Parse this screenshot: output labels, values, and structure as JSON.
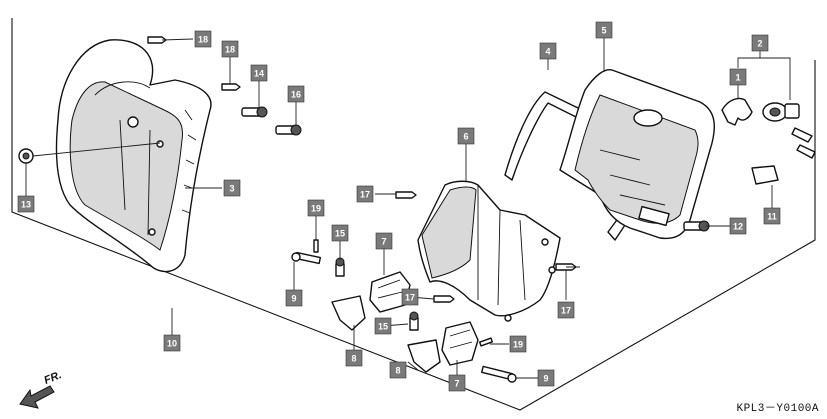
{
  "diagram": {
    "code": "KPL3－Y0100A",
    "direction_label": "FR.",
    "icons": {
      "direction": "forward-arrow-icon"
    },
    "callouts": [
      {
        "id": "c1",
        "label": "1"
      },
      {
        "id": "c2",
        "label": "2"
      },
      {
        "id": "c3",
        "label": "3"
      },
      {
        "id": "c4",
        "label": "4"
      },
      {
        "id": "c5",
        "label": "5"
      },
      {
        "id": "c6",
        "label": "6"
      },
      {
        "id": "c7a",
        "label": "7"
      },
      {
        "id": "c7b",
        "label": "7"
      },
      {
        "id": "c8a",
        "label": "8"
      },
      {
        "id": "c8b",
        "label": "8"
      },
      {
        "id": "c9a",
        "label": "9"
      },
      {
        "id": "c9b",
        "label": "9"
      },
      {
        "id": "c10",
        "label": "10"
      },
      {
        "id": "c11",
        "label": "11"
      },
      {
        "id": "c12",
        "label": "12"
      },
      {
        "id": "c13",
        "label": "13"
      },
      {
        "id": "c14",
        "label": "14"
      },
      {
        "id": "c15a",
        "label": "15"
      },
      {
        "id": "c15b",
        "label": "15"
      },
      {
        "id": "c16",
        "label": "16"
      },
      {
        "id": "c17a",
        "label": "17"
      },
      {
        "id": "c17b",
        "label": "17"
      },
      {
        "id": "c17c",
        "label": "17"
      },
      {
        "id": "c18a",
        "label": "18"
      },
      {
        "id": "c18b",
        "label": "18"
      },
      {
        "id": "c19a",
        "label": "19"
      },
      {
        "id": "c19b",
        "label": "19"
      }
    ]
  }
}
